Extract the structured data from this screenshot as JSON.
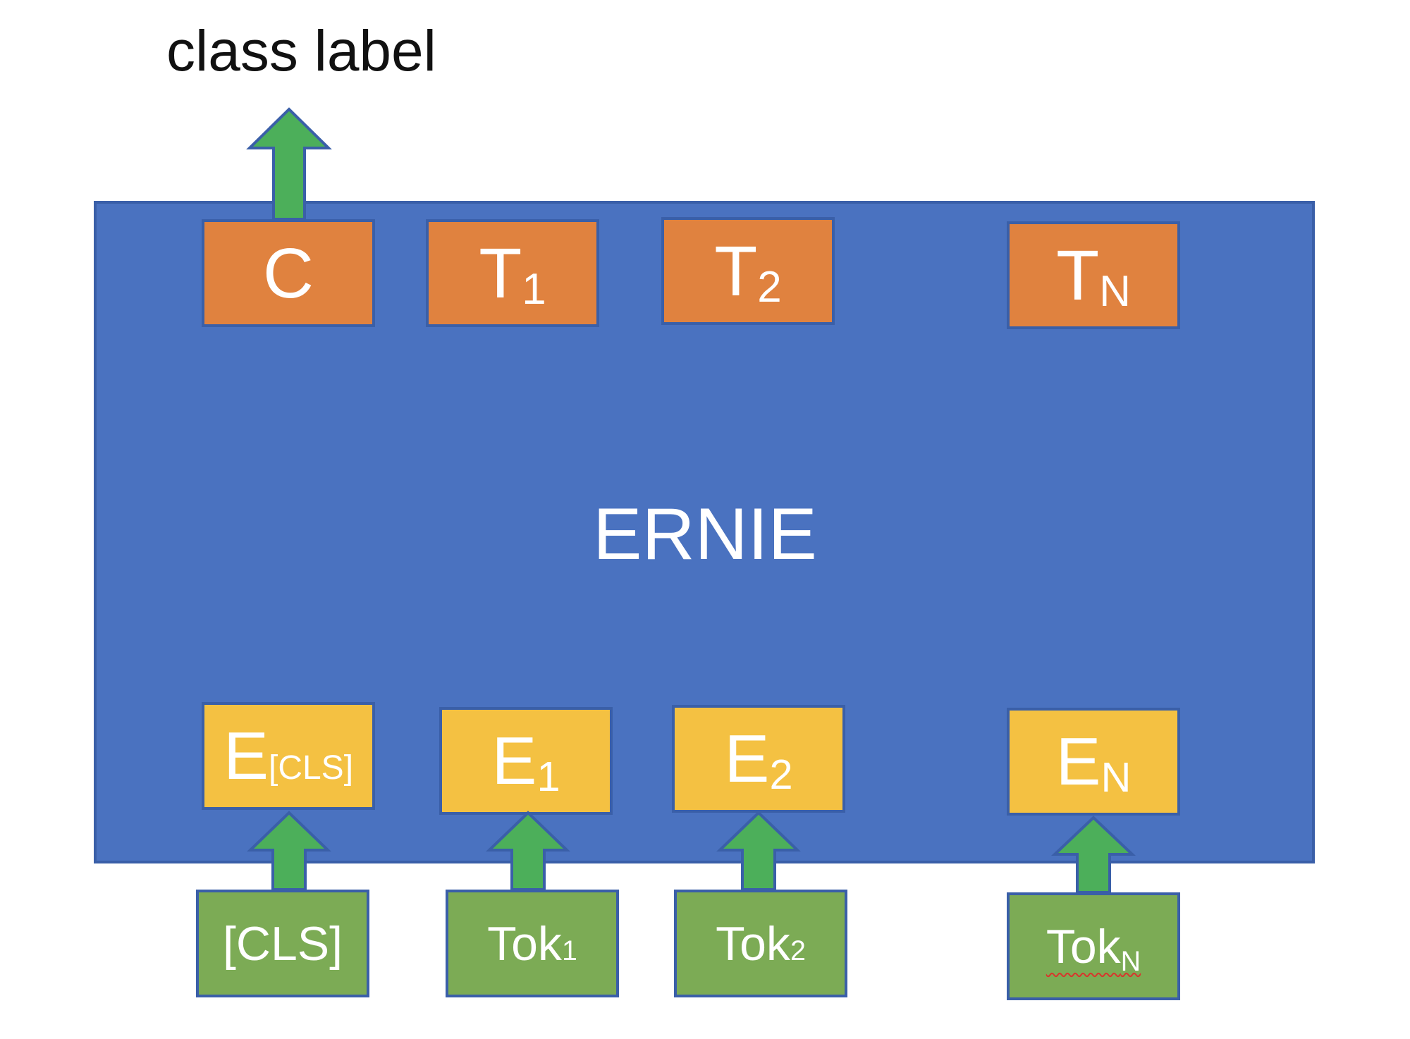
{
  "title": "class label",
  "model": "ERNIE",
  "outputs": [
    {
      "main": "C",
      "sub": ""
    },
    {
      "main": "T",
      "sub": "1"
    },
    {
      "main": "T",
      "sub": "2"
    },
    {
      "main": "T",
      "sub": "N"
    }
  ],
  "embeddings": [
    {
      "main": "E",
      "sub": "[CLS]"
    },
    {
      "main": "E",
      "sub": "1"
    },
    {
      "main": "E",
      "sub": "2"
    },
    {
      "main": "E",
      "sub": "N"
    }
  ],
  "tokens": [
    {
      "main": "[CLS]",
      "sub": ""
    },
    {
      "main": "Tok",
      "sub": "1"
    },
    {
      "main": "Tok",
      "sub": "2"
    },
    {
      "main": "Tok",
      "sub": "N"
    }
  ],
  "colors": {
    "model": "#4a72c0",
    "output_box": "#e0823f",
    "embedding_box": "#f4c142",
    "token_box": "#7cab55",
    "arrow": "#4caf5a"
  }
}
